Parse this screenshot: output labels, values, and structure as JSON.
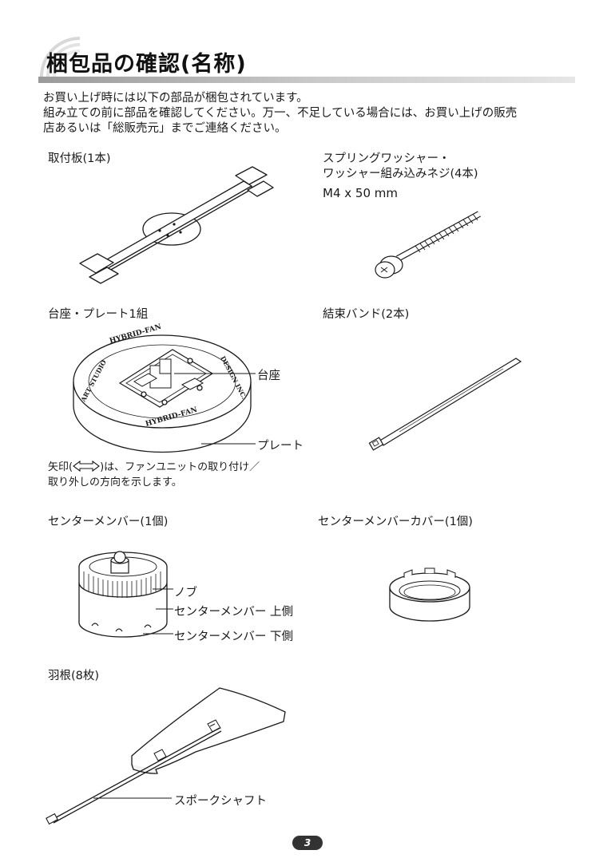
{
  "page": {
    "title": "梱包品の確認(名称)",
    "intro_lines": [
      "お買い上げ時には以下の部品が梱包されています。",
      "組み立ての前に部品を確認してください。万一、不足している場合には、お買い上げの販売",
      "店あるいは「総販売元」までご連絡ください。"
    ],
    "page_number": "3"
  },
  "parts": {
    "mounting_plate": {
      "label": "取付板(1本)"
    },
    "screw": {
      "label_line1": "スプリングワッシャー・",
      "label_line2": "ワッシャー組み込みネジ(4本)",
      "size": "M4 x 50 mm"
    },
    "base_plate": {
      "label": "台座・プレート1組",
      "callout_base": "台座",
      "callout_plate": "プレート",
      "engraving_top": "HYBRID-FAN",
      "engraving_bottom": "HYBRID-FAN",
      "engraving_left": "ART STUDIO",
      "engraving_right": "DESIGN INC.",
      "note_line1_prefix": "矢印(",
      "note_line1_suffix": ")は、ファンユニットの取り付け／",
      "note_line2": "取り外しの方向を示します。"
    },
    "cable_tie": {
      "label": "結束バンド(2本)"
    },
    "center_member": {
      "label": "センターメンバー(1個)",
      "callout_knob": "ノブ",
      "callout_upper": "センターメンバー 上側",
      "callout_lower": "センターメンバー 下側"
    },
    "center_cover": {
      "label": "センターメンバーカバー(1個)"
    },
    "blade": {
      "label": "羽根(8枚)",
      "callout_shaft": "スポークシャフト"
    }
  },
  "colors": {
    "ink": "#1a1a1a",
    "rule_dark": "#9a9a9a",
    "rule_light": "#e6e6e6",
    "page_badge": "#333333",
    "part_fill": "#f2f2f2"
  }
}
